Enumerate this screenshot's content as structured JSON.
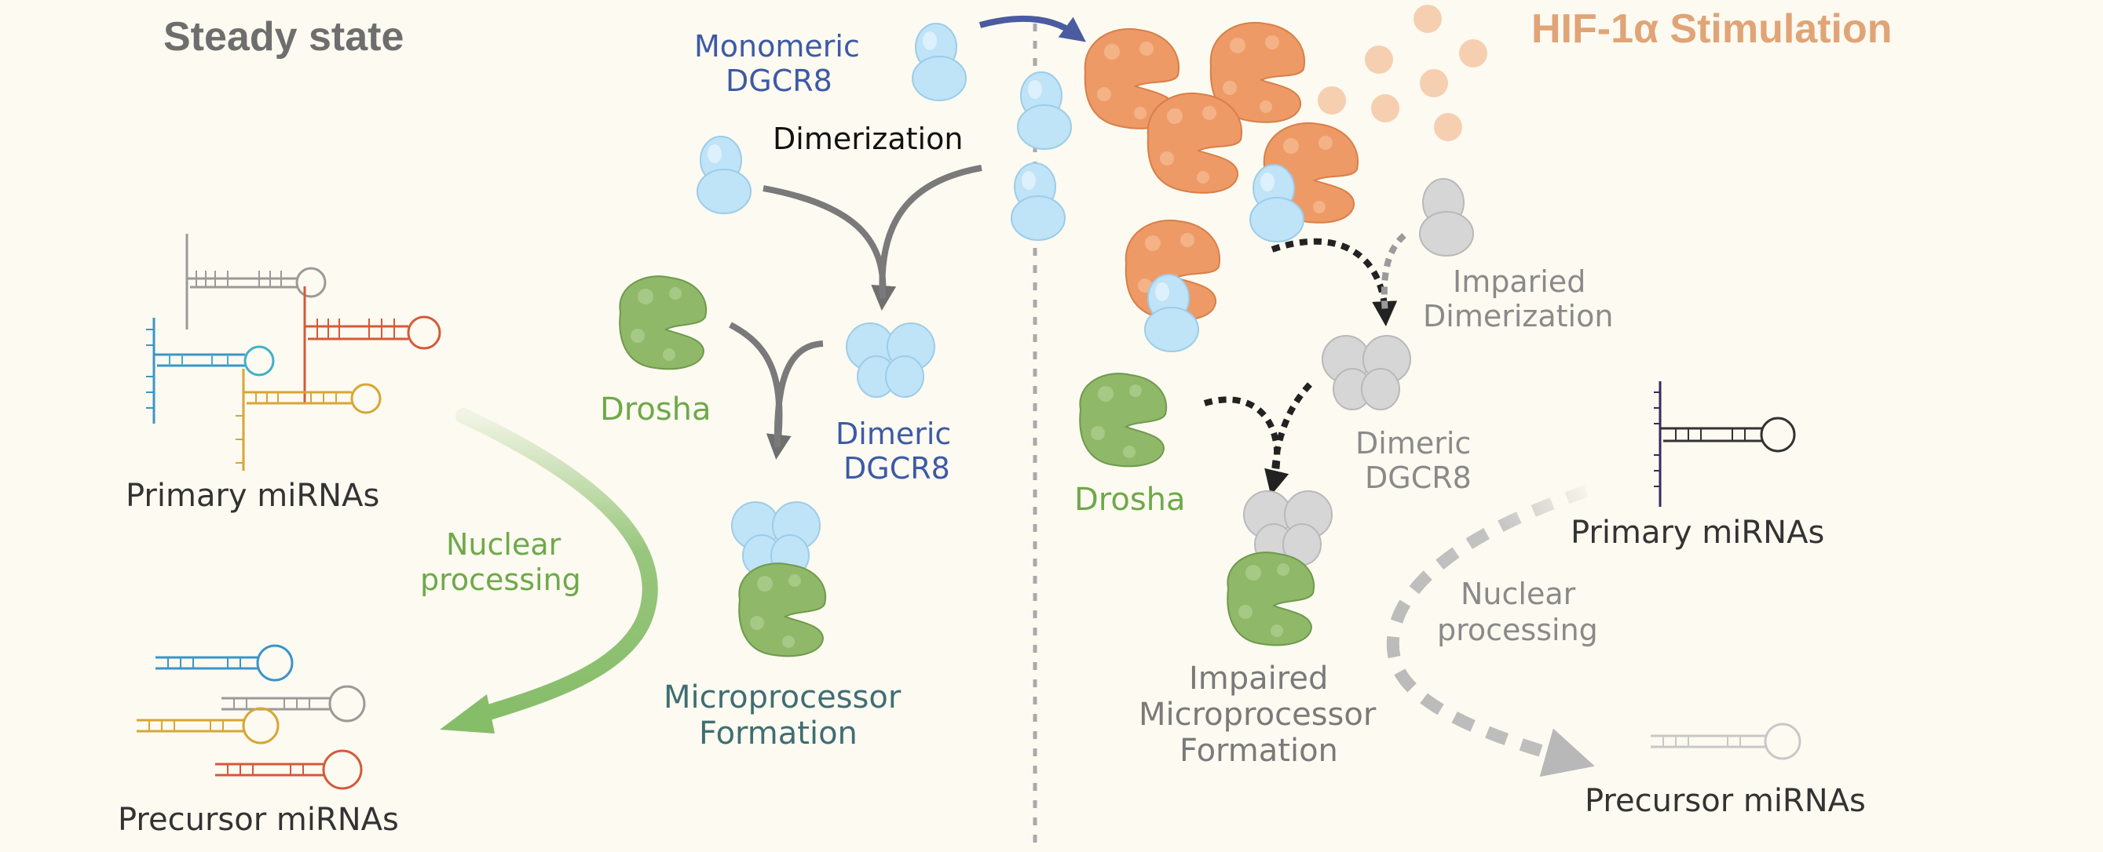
{
  "colors": {
    "background": "#fdfaf1",
    "steady_title": "#6e6e6e",
    "hif_title": "#e0a476",
    "dgcr8_text": "#3d5aa6",
    "drosha_text": "#6fa94a",
    "microprocessor_text": "#3f6e73",
    "dark_text": "#333333",
    "gray_text": "#8a8a8a",
    "dgcr8_fill": "#bfe3f7",
    "drosha_fill": "#8fb869",
    "hif_fill": "#ee9a67",
    "gray_protein": "#d3d3d3",
    "rna_gray": "#9a9a9a",
    "rna_red": "#d35a3a",
    "rna_blue": "#3a95c9",
    "rna_yellow": "#d7a635",
    "rna_cyan": "#3fb1c7",
    "green_arrow": "#86bd69",
    "gray_arrow": "#7a7a7a",
    "navy_arrow": "#4b5ba0"
  },
  "left": {
    "title": "Steady state",
    "monomeric": [
      "Monomeric",
      "DGCR8"
    ],
    "dimerization": "Dimerization",
    "drosha": "Drosha",
    "dimeric": [
      "Dimeric",
      "DGCR8"
    ],
    "microprocessor": [
      "Microprocessor",
      "Formation"
    ],
    "primary": "Primary miRNAs",
    "nuclear": [
      "Nuclear",
      "processing"
    ],
    "precursor": "Precursor miRNAs"
  },
  "right": {
    "title": "HIF-1α Stimulation",
    "impaired_dimerization": [
      "Imparied",
      "Dimerization"
    ],
    "drosha": "Drosha",
    "dimeric": [
      "Dimeric",
      "DGCR8"
    ],
    "impaired_microprocessor": [
      "Impaired",
      "Microprocessor",
      "Formation"
    ],
    "primary": "Primary miRNAs",
    "nuclear": [
      "Nuclear",
      "processing"
    ],
    "precursor": "Precursor miRNAs"
  }
}
